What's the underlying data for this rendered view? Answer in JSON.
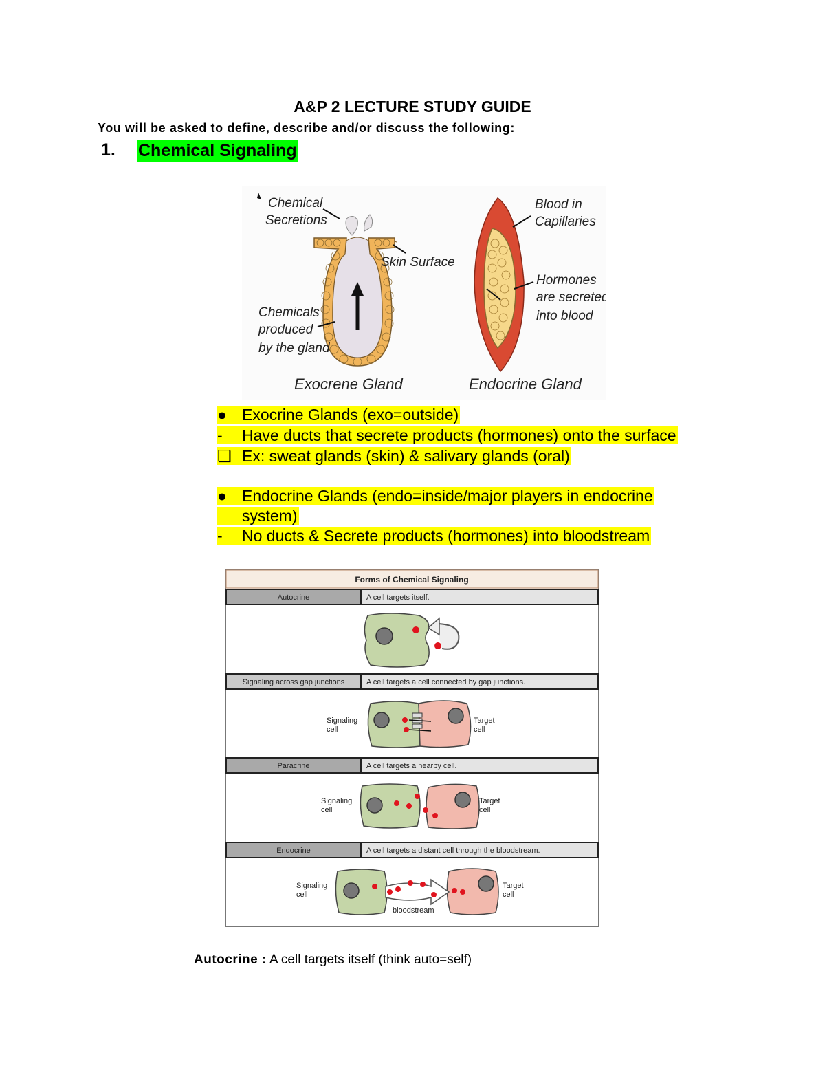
{
  "doc": {
    "title": "A&P 2 LECTURE STUDY GUIDE",
    "subtitle": "You will be asked to define, describe and/or discuss the following:",
    "section_number": "1.",
    "section_title": "Chemical Signaling"
  },
  "gland_figure": {
    "exo_label_secretions_1": "Chemical",
    "exo_label_secretions_2": "Secretions",
    "exo_label_surface": "Skin Surface",
    "exo_label_chem_1": "Chemicals",
    "exo_label_chem_2": "produced",
    "exo_label_chem_3": "by the gland",
    "exo_caption": "Exocrene Gland",
    "endo_label_blood_1": "Blood in",
    "endo_label_blood_2": "Capillaries",
    "endo_label_horm_1": "Hormones",
    "endo_label_horm_2": "are secreted",
    "endo_label_horm_3": "into blood",
    "endo_caption": "Endocrine Gland"
  },
  "notes": {
    "exo_heading": "Exocrine Glands (exo=outside)",
    "exo_detail": "Have ducts that secrete products (hormones) onto the surface",
    "exo_example": "Ex: sweat glands (skin) & salivary glands (oral)",
    "endo_heading_1": "Endocrine Glands (endo=inside/major players in endocrine",
    "endo_heading_2": "system)",
    "endo_detail": "No ducts & Secrete products (hormones) into bloodstream",
    "bullet": "●",
    "dash": "-",
    "box": "❑"
  },
  "signaling_table": {
    "title": "Forms of Chemical Signaling",
    "rows": [
      {
        "name": "Autocrine",
        "desc": "A cell targets itself."
      },
      {
        "name": "Signaling across gap junctions",
        "desc": "A cell targets a cell connected by gap junctions."
      },
      {
        "name": "Paracrine",
        "desc": "A cell targets a nearby cell."
      },
      {
        "name": "Endocrine",
        "desc": "A cell targets a distant cell through the bloodstream."
      }
    ],
    "signaling_cell_1": "Signaling",
    "signaling_cell_2": "cell",
    "target_cell_1": "Target",
    "target_cell_2": "cell",
    "bloodstream": "bloodstream"
  },
  "autocrine_note": {
    "term": "Autocrine :",
    "definition": " A cell targets itself (think auto=self)"
  },
  "colors": {
    "green_highlight": "#00ff00",
    "yellow_highlight": "#ffff00",
    "signal_cell": "#c5d6a8",
    "target_cell": "#f2b9ad",
    "molecule": "#e0141e",
    "header_gray": "#a9a9a9"
  }
}
